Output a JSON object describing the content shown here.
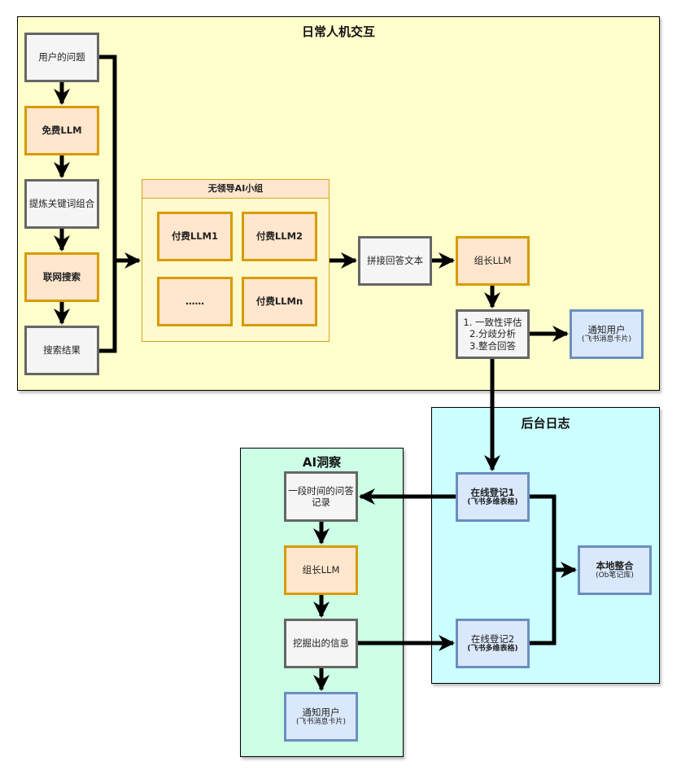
{
  "colors": {
    "daily_bg": "#ffffcc",
    "log_bg": "#ccffff",
    "insight_bg": "#ccffe6",
    "gray_fill": "#f5f5f5",
    "gray_stroke": "#666666",
    "orange_fill": "#ffe6cc",
    "orange_stroke": "#d79b00",
    "blue_fill": "#dae8fc",
    "blue_stroke": "#6c8ebf",
    "edge": "#000000"
  },
  "containers": {
    "daily": {
      "title": "日常人机交互"
    },
    "log": {
      "title": "后台日志"
    },
    "insight": {
      "title": "AI洞察"
    }
  },
  "daily": {
    "user_question": "用户的问题",
    "free_llm": "免费LLM",
    "extract_keywords": "提炼关键词组合",
    "web_search": "联网搜索",
    "search_results": "搜索结果",
    "group": {
      "title": "无领导AI小组",
      "members": [
        "付费LLM1",
        "付费LLM2",
        "……",
        "付费LLMn"
      ]
    },
    "concat_answers": "拼接回答文本",
    "leader_llm": "组长LLM",
    "evaluation": [
      "1. 一致性评估",
      "2.分歧分析",
      "3.整合回答"
    ],
    "notify": {
      "title": "通知用户",
      "sub": "(飞书消息卡片)"
    }
  },
  "log": {
    "online1": {
      "title": "在线登记1",
      "sub": "(飞书多维表格)"
    },
    "online2": {
      "title": "在线登记2",
      "sub": "(飞书多维表格)"
    },
    "local": {
      "title": "本地整合",
      "sub": "(Ob笔记库)"
    }
  },
  "insight": {
    "qa_records": "一段时间的问答记录",
    "leader_llm": "组长LLM",
    "mined_info": "挖掘出的信息",
    "notify": {
      "title": "通知用户",
      "sub": "(飞书消息卡片)"
    }
  }
}
